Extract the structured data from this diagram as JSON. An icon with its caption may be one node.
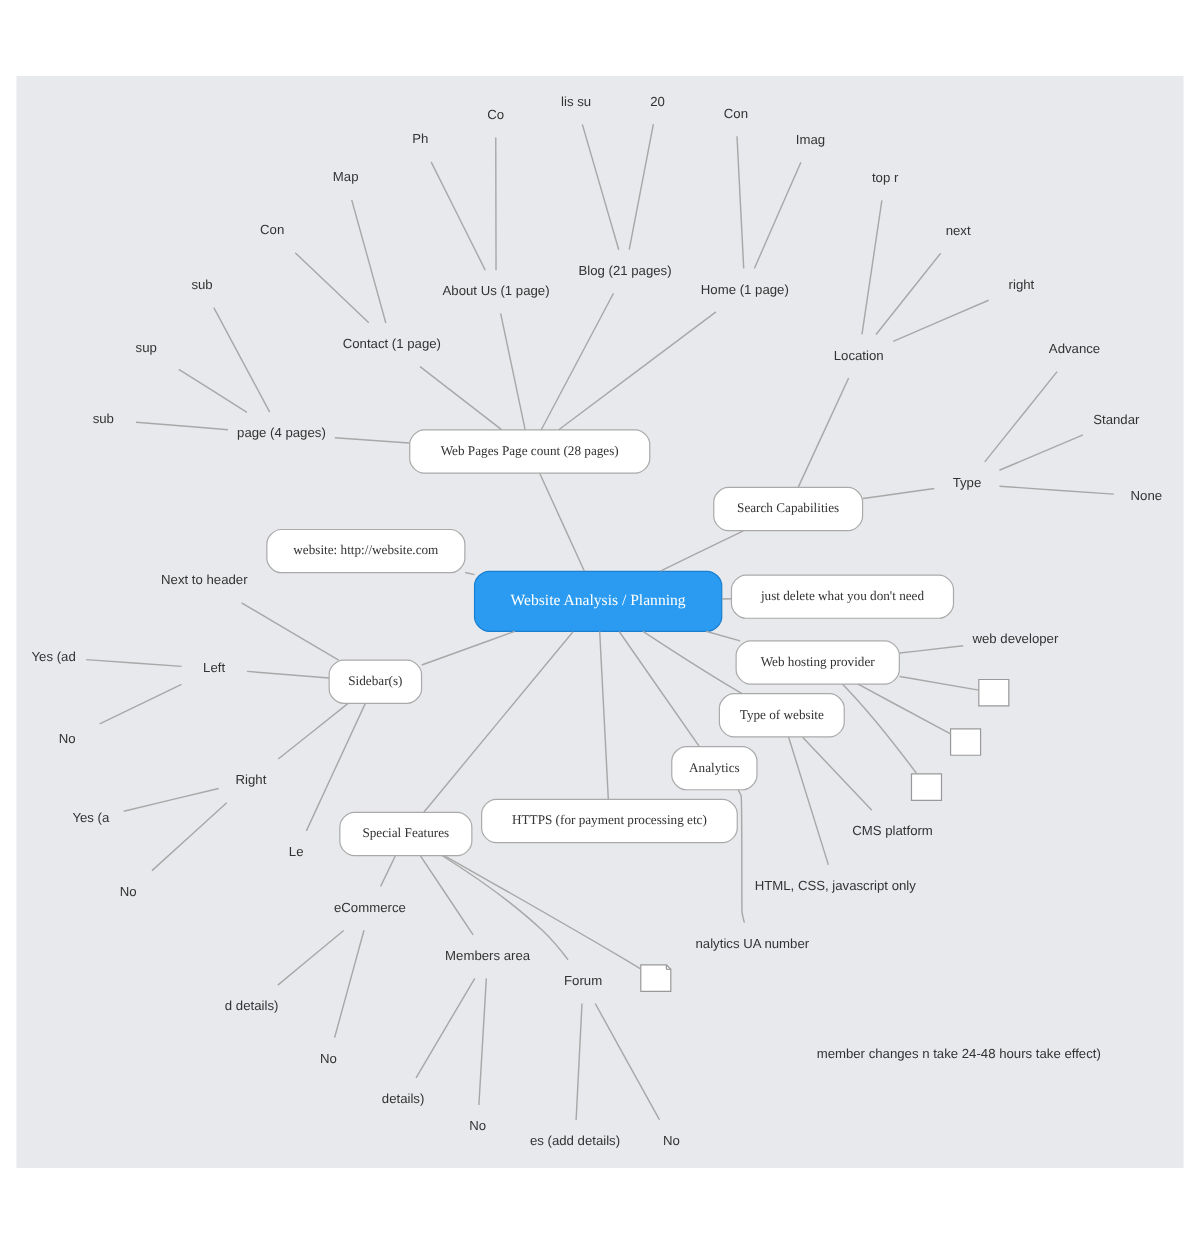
{
  "diagram": {
    "nodes": [
      {
        "text": [
          "Website Analysis / Planning"
        ]
      },
      {
        "text": [
          "just delete what you don't need"
        ]
      },
      {
        "text": [
          "Search Capabilities"
        ]
      },
      {
        "text": [
          "Type"
        ]
      },
      {
        "text": [
          "None"
        ]
      },
      {
        "text": [
          "Standar"
        ]
      },
      {
        "text": [
          "Advance"
        ]
      },
      {
        "text": [
          "Location"
        ]
      },
      {
        "text": [
          "right"
        ]
      },
      {
        "text": [
          "next"
        ]
      },
      {
        "text": [
          "top r"
        ]
      },
      {
        "text": [
          "Web Pages Page count (28 pages)"
        ]
      },
      {
        "text": [
          "Home (1 page)"
        ]
      },
      {
        "text": [
          "Imag"
        ]
      },
      {
        "text": [
          "Con"
        ]
      },
      {
        "text": [
          "Blog (21 pages)"
        ]
      },
      {
        "text": [
          "20"
        ]
      },
      {
        "text": [
          "lis su"
        ]
      },
      {
        "text": [
          "About Us (1 page)"
        ]
      },
      {
        "text": [
          "Co"
        ]
      },
      {
        "text": [
          "Ph"
        ]
      },
      {
        "text": [
          "Contact (1 page)"
        ]
      },
      {
        "text": [
          "Map"
        ]
      },
      {
        "text": [
          "Con"
        ]
      },
      {
        "text": [
          "page (4 pages)"
        ]
      },
      {
        "text": [
          "sub"
        ]
      },
      {
        "text": [
          "sup"
        ]
      },
      {
        "text": [
          "sub"
        ]
      },
      {
        "text": [
          "website: http://website.com"
        ]
      },
      {
        "text": [
          "Sidebar(s)"
        ]
      },
      {
        "text": [
          "Next to header"
        ]
      },
      {
        "text": [
          "Left"
        ]
      },
      {
        "text": [
          "Yes (ad"
        ]
      },
      {
        "text": [
          "No"
        ]
      },
      {
        "text": [
          "Right"
        ]
      },
      {
        "text": [
          "Yes (a"
        ]
      },
      {
        "text": [
          "No"
        ]
      },
      {
        "text": [
          "Le"
        ]
      },
      {
        "text": [
          "Special Features"
        ]
      },
      {
        "text": [
          "eCommerce"
        ]
      },
      {
        "text": [
          "d details)"
        ]
      },
      {
        "text": [
          "No"
        ]
      },
      {
        "text": [
          "Members area"
        ]
      },
      {
        "text": [
          "details)"
        ]
      },
      {
        "text": [
          "No"
        ]
      },
      {
        "text": [
          "Forum"
        ]
      },
      {
        "text": [
          "es (add details)"
        ]
      },
      {
        "text": [
          "No"
        ]
      },
      {
        "text": [],
        "shape": "picture"
      },
      {
        "text": [
          "HTTPS (for payment processing etc)"
        ]
      },
      {
        "text": [
          "Analytics"
        ]
      },
      {
        "text": [
          "nalytics UA number"
        ]
      },
      {
        "text": [
          "Type of website"
        ]
      },
      {
        "text": [
          "HTML, CSS, javascript only"
        ]
      },
      {
        "text": [
          "CMS platform"
        ]
      },
      {
        "text": [
          "Web hosting provider"
        ]
      },
      {
        "text": [],
        "shape": "box"
      },
      {
        "text": [],
        "shape": "box"
      },
      {
        "text": [],
        "shape": "box"
      },
      {
        "text": [
          "web developer"
        ]
      },
      {
        "text": [
          "member changes n take 24-48 hours take effect)"
        ]
      }
    ],
    "edges": [
      {
        "from": 0,
        "to": 1,
        "arrow": "none"
      },
      {
        "from": 0,
        "to": 2,
        "arrow": "none"
      },
      {
        "from": 2,
        "to": 3,
        "arrow": "none"
      },
      {
        "from": 3,
        "to": 4,
        "arrow": "none"
      },
      {
        "from": 3,
        "to": 5,
        "arrow": "none"
      },
      {
        "from": 3,
        "to": 6,
        "arrow": "none"
      },
      {
        "from": 2,
        "to": 7,
        "arrow": "none"
      },
      {
        "from": 7,
        "to": 8,
        "arrow": "none"
      },
      {
        "from": 7,
        "to": 9,
        "arrow": "none"
      },
      {
        "from": 7,
        "to": 10,
        "arrow": "none"
      },
      {
        "from": 0,
        "to": 11,
        "arrow": "none"
      },
      {
        "from": 11,
        "to": 12,
        "arrow": "none"
      },
      {
        "from": 12,
        "to": 13,
        "arrow": "none"
      },
      {
        "from": 12,
        "to": 14,
        "arrow": "none"
      },
      {
        "from": 11,
        "to": 15,
        "arrow": "none"
      },
      {
        "from": 15,
        "to": 16,
        "arrow": "none"
      },
      {
        "from": 15,
        "to": 17,
        "arrow": "none"
      },
      {
        "from": 11,
        "to": 18,
        "arrow": "none"
      },
      {
        "from": 18,
        "to": 19,
        "arrow": "none"
      },
      {
        "from": 18,
        "to": 20,
        "arrow": "none"
      },
      {
        "from": 11,
        "to": 21,
        "arrow": "none"
      },
      {
        "from": 21,
        "to": 22,
        "arrow": "none"
      },
      {
        "from": 21,
        "to": 23,
        "arrow": "none"
      },
      {
        "from": 11,
        "to": 24,
        "arrow": "none"
      },
      {
        "from": 24,
        "to": 25,
        "arrow": "none"
      },
      {
        "from": 24,
        "to": 26,
        "arrow": "none"
      },
      {
        "from": 24,
        "to": 27,
        "arrow": "none"
      },
      {
        "from": 0,
        "to": 28,
        "arrow": "none"
      },
      {
        "from": 0,
        "to": 29,
        "arrow": "none"
      },
      {
        "from": 29,
        "to": 30,
        "arrow": "none"
      },
      {
        "from": 29,
        "to": 31,
        "arrow": "none"
      },
      {
        "from": 31,
        "to": 32,
        "arrow": "none"
      },
      {
        "from": 31,
        "to": 33,
        "arrow": "none"
      },
      {
        "from": 29,
        "to": 34,
        "arrow": "none"
      },
      {
        "from": 34,
        "to": 35,
        "arrow": "none"
      },
      {
        "from": 34,
        "to": 36,
        "arrow": "none"
      },
      {
        "from": 29,
        "to": 37,
        "arrow": "none"
      },
      {
        "from": 0,
        "to": 38,
        "arrow": "none"
      },
      {
        "from": 38,
        "to": 39,
        "arrow": "none"
      },
      {
        "from": 39,
        "to": 40,
        "arrow": "none"
      },
      {
        "from": 39,
        "to": 41,
        "arrow": "none"
      },
      {
        "from": 38,
        "to": 42,
        "arrow": "none"
      },
      {
        "from": 42,
        "to": 43,
        "arrow": "none"
      },
      {
        "from": 42,
        "to": 44,
        "arrow": "none"
      },
      {
        "from": 38,
        "to": 45,
        "arrow": "none"
      },
      {
        "from": 45,
        "to": 46,
        "arrow": "none"
      },
      {
        "from": 45,
        "to": 47,
        "arrow": "none"
      },
      {
        "from": 38,
        "to": 48,
        "arrow": "none"
      },
      {
        "from": 0,
        "to": 49,
        "arrow": "none"
      },
      {
        "from": 0,
        "to": 50,
        "arrow": "none"
      },
      {
        "from": 50,
        "to": 51,
        "arrow": "none"
      },
      {
        "from": 0,
        "to": 52,
        "arrow": "none"
      },
      {
        "from": 52,
        "to": 53,
        "arrow": "none"
      },
      {
        "from": 52,
        "to": 54,
        "arrow": "none"
      },
      {
        "from": 0,
        "to": 55,
        "arrow": "none"
      },
      {
        "from": 55,
        "to": 56,
        "arrow": "none"
      },
      {
        "from": 55,
        "to": 57,
        "arrow": "none"
      },
      {
        "from": 55,
        "to": 58,
        "arrow": "none"
      },
      {
        "from": 55,
        "to": 59,
        "arrow": "none"
      }
    ]
  }
}
